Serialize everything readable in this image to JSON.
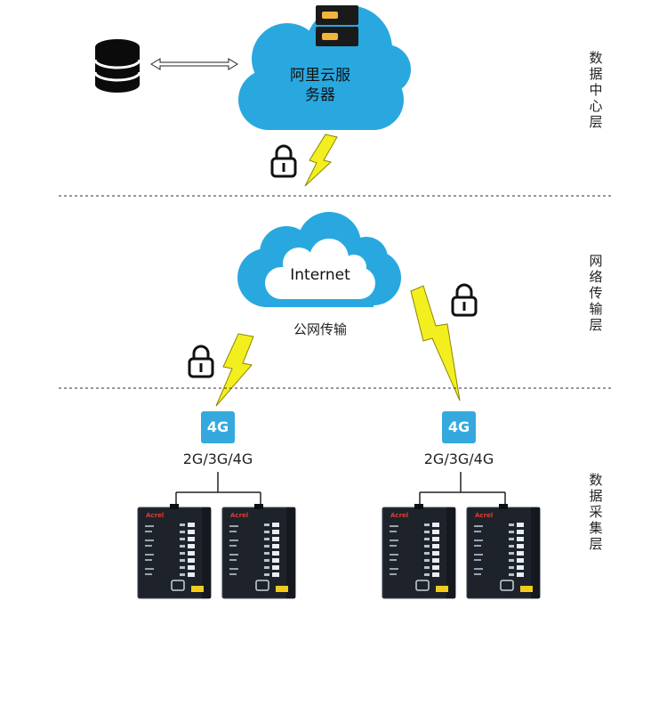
{
  "cloud_top": {
    "text": "阿里云服务器"
  },
  "cloud_mid": {
    "text": "Internet"
  },
  "network_caption": "公网传输",
  "layers": {
    "data_center": "数据中心层",
    "network": "网络传输层",
    "collection": "数据采集层"
  },
  "gateways": [
    {
      "badge": "4G",
      "protocol": "2G/3G/4G"
    },
    {
      "badge": "4G",
      "protocol": "2G/3G/4G"
    }
  ],
  "device_brand": "Acrel",
  "colors": {
    "cloud_blue": "#29a8e0",
    "cloud_inner": "#ffffff",
    "bolt_yellow": "#f3ef1f",
    "badge_blue": "#35a9dd",
    "device_body": "#1e232b"
  },
  "icons": [
    "database-icon",
    "server-icon",
    "lock-icon",
    "lightning-icon",
    "bidirectional-arrow-icon"
  ]
}
